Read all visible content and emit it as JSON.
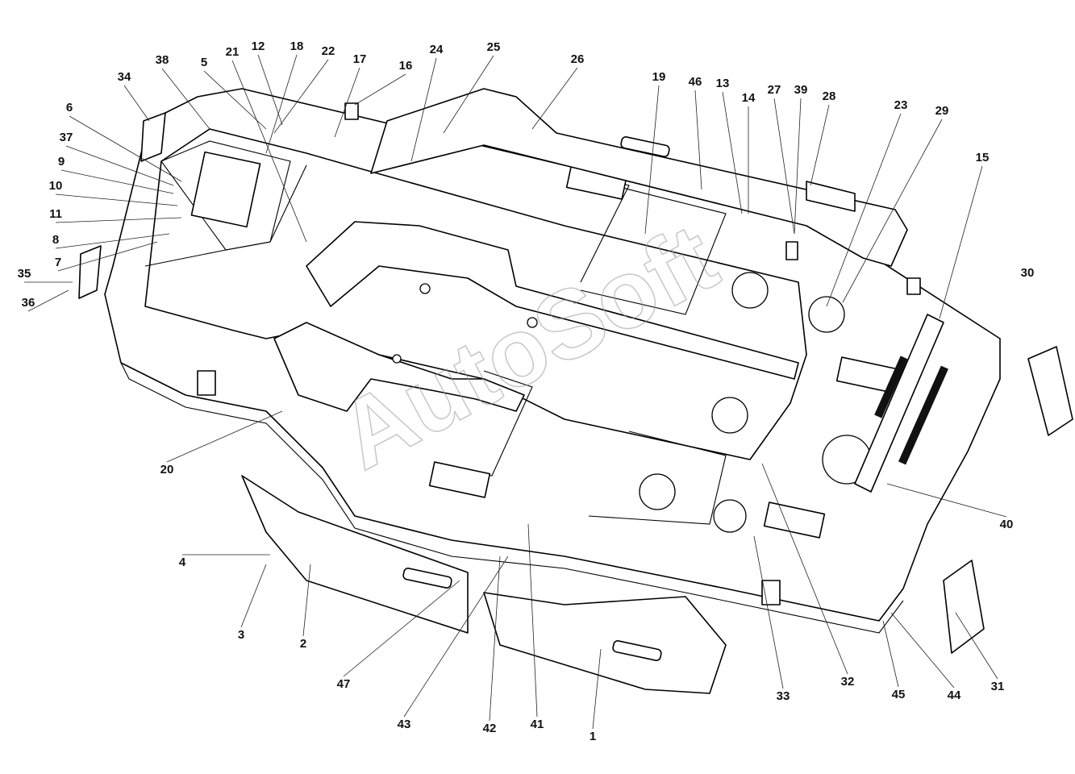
{
  "watermark": "AutoSoft",
  "callouts": [
    "1",
    "2",
    "3",
    "4",
    "5",
    "6",
    "7",
    "8",
    "9",
    "10",
    "11",
    "12",
    "13",
    "14",
    "15",
    "16",
    "17",
    "18",
    "19",
    "20",
    "21",
    "22",
    "23",
    "24",
    "25",
    "26",
    "27",
    "28",
    "29",
    "30",
    "31",
    "32",
    "33",
    "34",
    "35",
    "36",
    "37",
    "38",
    "39",
    "40",
    "41",
    "42",
    "43",
    "44",
    "45",
    "46",
    "47"
  ]
}
